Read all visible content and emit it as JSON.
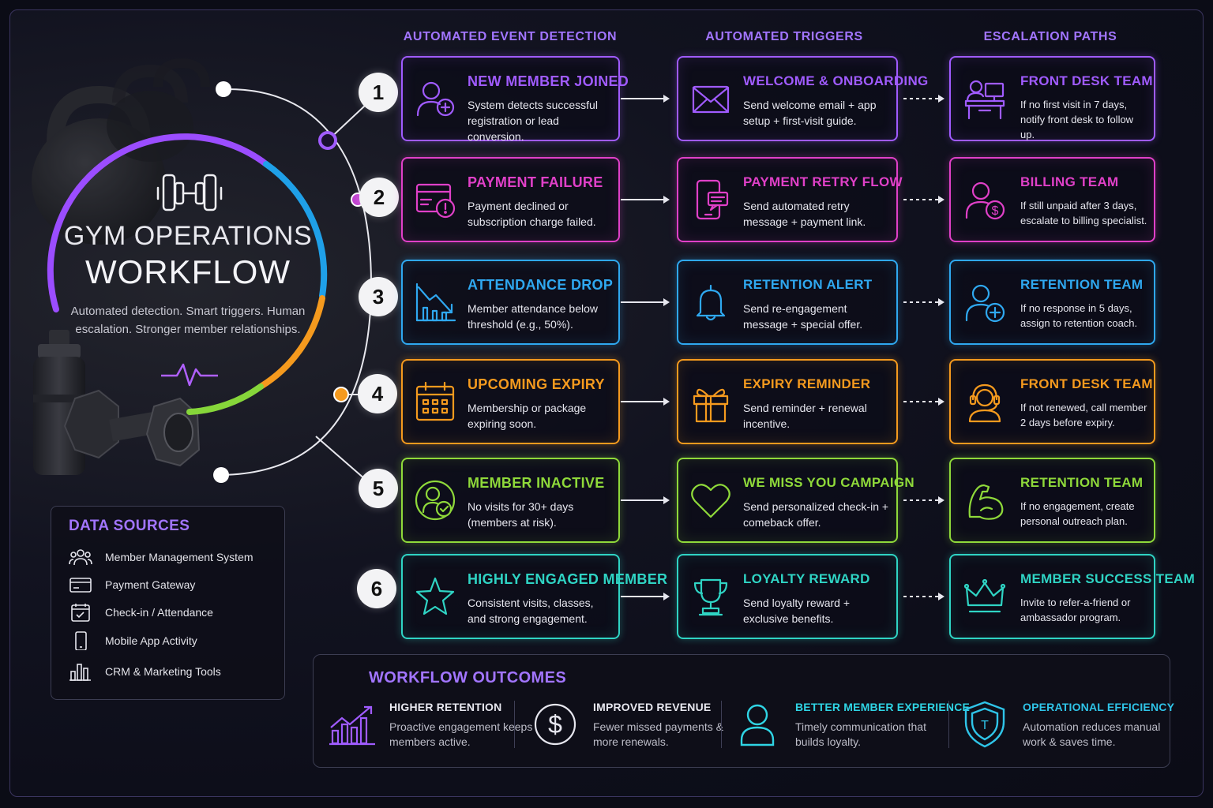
{
  "title": {
    "line1": "GYM OPERATIONS",
    "line2": "WORKFLOW",
    "subtitle": "Automated detection. Smart triggers. Human escalation. Stronger member relationships."
  },
  "columns": {
    "detection": "AUTOMATED EVENT DETECTION",
    "triggers": "AUTOMATED TRIGGERS",
    "escalation": "ESCALATION PATHS"
  },
  "colors": {
    "purple": "#a05bff",
    "magenta": "#e040c8",
    "blue": "#2fa8f0",
    "orange": "#f59a1e",
    "green": "#8fd93a",
    "teal": "#2fd4c4"
  },
  "rows": [
    {
      "num": "1",
      "color": "purple",
      "event": {
        "title": "NEW MEMBER JOINED",
        "desc": "System detects successful registration or lead conversion.",
        "icon": "user-plus-icon"
      },
      "trigger": {
        "title": "WELCOME & ONBOARDING",
        "desc": "Send welcome email + app setup + first-visit guide.",
        "icon": "envelope-icon"
      },
      "escalation": {
        "title": "FRONT DESK TEAM",
        "desc": "If no first visit in 7 days, notify front desk to follow up.",
        "icon": "front-desk-icon"
      }
    },
    {
      "num": "2",
      "color": "magenta",
      "event": {
        "title": "PAYMENT FAILURE",
        "desc": "Payment declined or subscription charge failed.",
        "icon": "card-alert-icon"
      },
      "trigger": {
        "title": "PAYMENT RETRY FLOW",
        "desc": "Send automated retry message + payment link.",
        "icon": "phone-message-icon"
      },
      "escalation": {
        "title": "BILLING TEAM",
        "desc": "If still unpaid after 3 days, escalate to billing specialist.",
        "icon": "user-dollar-icon"
      }
    },
    {
      "num": "3",
      "color": "blue",
      "event": {
        "title": "ATTENDANCE DROP",
        "desc": "Member attendance below threshold (e.g., 50%).",
        "icon": "chart-down-icon"
      },
      "trigger": {
        "title": "RETENTION ALERT",
        "desc": "Send re-engagement message + special offer.",
        "icon": "bell-icon"
      },
      "escalation": {
        "title": "RETENTION TEAM",
        "desc": "If no response in 5 days, assign to retention coach.",
        "icon": "user-add-icon"
      }
    },
    {
      "num": "4",
      "color": "orange",
      "event": {
        "title": "UPCOMING EXPIRY",
        "desc": "Membership or package expiring soon.",
        "icon": "calendar-icon"
      },
      "trigger": {
        "title": "EXPIRY REMINDER",
        "desc": "Send reminder + renewal incentive.",
        "icon": "gift-icon"
      },
      "escalation": {
        "title": "FRONT DESK TEAM",
        "desc": "If not renewed, call member 2 days before expiry.",
        "icon": "headset-icon"
      }
    },
    {
      "num": "5",
      "color": "green",
      "event": {
        "title": "MEMBER INACTIVE",
        "desc": "No visits for 30+ days (members at risk).",
        "icon": "user-check-icon"
      },
      "trigger": {
        "title": "WE MISS YOU CAMPAIGN",
        "desc": "Send personalized check-in + comeback offer.",
        "icon": "heart-icon"
      },
      "escalation": {
        "title": "RETENTION TEAM",
        "desc": "If no engagement, create personal outreach plan.",
        "icon": "muscle-icon"
      }
    },
    {
      "num": "6",
      "color": "teal",
      "event": {
        "title": "HIGHLY ENGAGED MEMBER",
        "desc": "Consistent visits, classes, and strong engagement.",
        "icon": "star-icon"
      },
      "trigger": {
        "title": "LOYALTY REWARD",
        "desc": "Send loyalty reward + exclusive benefits.",
        "icon": "trophy-icon"
      },
      "escalation": {
        "title": "MEMBER SUCCESS TEAM",
        "desc": "Invite to refer-a-friend or ambassador program.",
        "icon": "crown-icon"
      }
    }
  ],
  "data_sources": {
    "title": "DATA SOURCES",
    "items": [
      {
        "label": "Member Management System",
        "icon": "users-icon"
      },
      {
        "label": "Payment Gateway",
        "icon": "credit-card-icon"
      },
      {
        "label": "Check-in / Attendance",
        "icon": "calendar-check-icon"
      },
      {
        "label": "Mobile App Activity",
        "icon": "mobile-icon"
      },
      {
        "label": "CRM & Marketing Tools",
        "icon": "bar-chart-icon"
      }
    ]
  },
  "outcomes": {
    "title": "WORKFLOW OUTCOMES",
    "items": [
      {
        "title": "HIGHER RETENTION",
        "desc": "Proactive engagement keeps members active.",
        "icon": "growth-chart-icon",
        "color": "#c8c8d8"
      },
      {
        "title": "IMPROVED REVENUE",
        "desc": "Fewer missed payments & more renewals.",
        "icon": "dollar-circle-icon",
        "color": "#c8c8d8"
      },
      {
        "title": "BETTER MEMBER EXPERIENCE",
        "desc": "Timely communication that builds loyalty.",
        "icon": "member-icon",
        "color": "#2fd4e4"
      },
      {
        "title": "OPERATIONAL EFFICIENCY",
        "desc": "Automation reduces manual work & saves time.",
        "icon": "shield-icon",
        "color": "#2fc4e8"
      }
    ]
  }
}
